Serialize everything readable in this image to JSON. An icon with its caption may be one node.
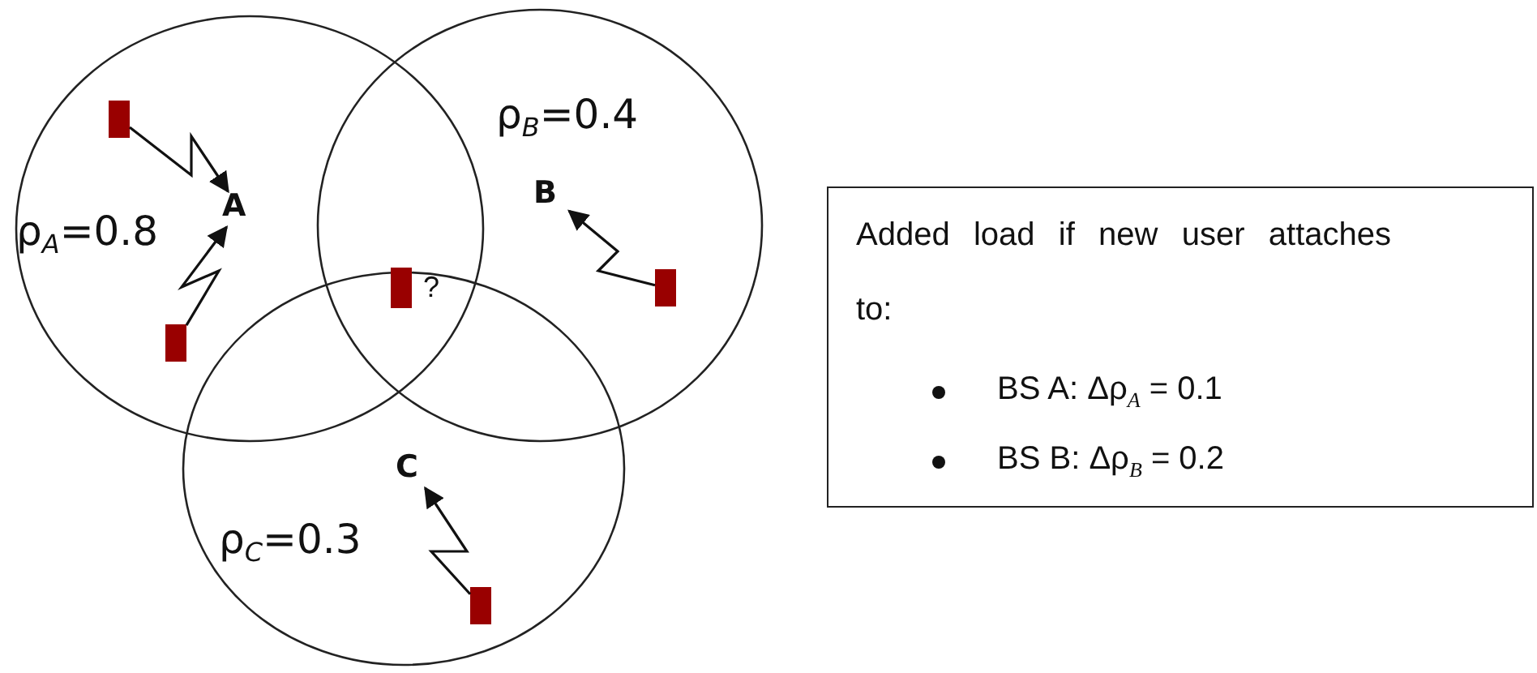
{
  "diagram": {
    "nodes": [
      {
        "text": [
          "ρ$_{A}$=0.8"
        ]
      },
      {
        "text": [
          "ρ$_{B}$=0.4"
        ]
      },
      {
        "text": [
          "ρ$_{C}$=0.3"
        ]
      },
      {
        "text": [],
        "shape": "box",
        "in": 0
      },
      {
        "text": [
          "A"
        ],
        "in": 0
      },
      {
        "text": [
          "B"
        ],
        "in": 1
      },
      {
        "text": [],
        "shape": "box",
        "beside": [
          "?"
        ]
      },
      {
        "text": [],
        "shape": "box",
        "in": 1
      },
      {
        "text": [],
        "shape": "box",
        "in": 0
      },
      {
        "text": [
          "C"
        ],
        "in": 2
      },
      {
        "text": [],
        "shape": "box",
        "in": 2
      },
      {
        "text": [
          "Added load if new user attaches to:",
          "BS A:  Δρ$_{A}$ = 0.1",
          "BS B:  Δρ$_{B}$ = 0.2"
        ]
      }
    ],
    "edges": [
      {
        "from": 3,
        "to": 4,
        "arrow": "to"
      },
      {
        "from": 8,
        "to": 4,
        "arrow": "to"
      },
      {
        "from": 7,
        "to": 5,
        "arrow": "to"
      },
      {
        "from": 10,
        "to": 9,
        "arrow": "to"
      }
    ]
  }
}
